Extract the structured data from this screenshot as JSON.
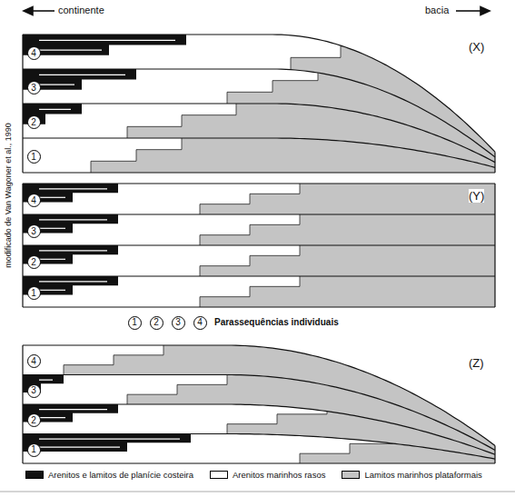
{
  "diagram": {
    "nodes": [
      {
        "text": [
          "4"
        ]
      },
      {
        "text": [
          "3"
        ]
      },
      {
        "text": [
          "2"
        ]
      },
      {
        "text": [
          "1"
        ]
      },
      {
        "text": [
          "4"
        ]
      },
      {
        "text": [
          "3"
        ]
      },
      {
        "text": [
          "2"
        ]
      },
      {
        "text": [
          "1"
        ]
      },
      {
        "text": [
          "1"
        ]
      },
      {
        "text": [
          "2"
        ]
      },
      {
        "text": [
          "3"
        ]
      },
      {
        "text": [
          "4"
        ]
      },
      {
        "text": [
          "4"
        ]
      },
      {
        "text": [
          "3"
        ]
      },
      {
        "text": [
          "2"
        ]
      },
      {
        "text": [
          "1"
        ]
      }
    ],
    "labels": [
      "continente",
      "bacia",
      "(X)",
      "(Y)",
      "(Z)",
      "Parassequências individuais",
      "modificado de Van Wagoner et al., 1990"
    ],
    "legend": [
      {
        "text": "Arenitos e lamitos de planície costeira",
        "color": "#111111"
      },
      {
        "text": "Arenitos marinhos rasos",
        "color": "#ffffff"
      },
      {
        "text": "Lamitos marinhos plataformais",
        "color": "#c4c4c4"
      }
    ]
  }
}
